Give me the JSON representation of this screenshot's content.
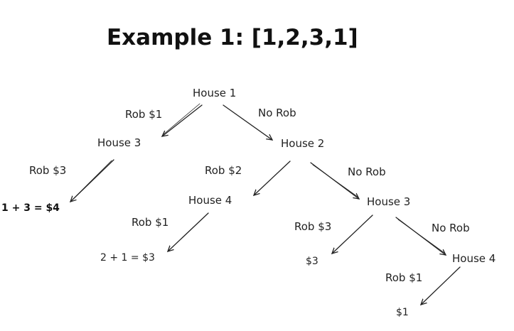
{
  "title": "Example 1: [1,2,3,1]",
  "nodes": {
    "house1": "House 1",
    "house3_left": "House 3",
    "house2": "House 2",
    "house4_mid": "House 4",
    "house3_right": "House 3",
    "house4_right": "House 4",
    "result_4": "1 + 3 = $4",
    "result_3a": "2 + 1 = $3",
    "result_3b": "$3",
    "result_1": "$1"
  },
  "edges": {
    "rob1_top": "Rob $1",
    "norob_top": "No Rob",
    "rob3_left": "Rob $3",
    "rob2": "Rob $2",
    "norob_mid": "No Rob",
    "rob1_mid": "Rob $1",
    "rob3_right": "Rob $3",
    "norob_right": "No Rob",
    "rob1_bottom": "Rob $1"
  },
  "colors": {
    "ink": "#222222",
    "background": "#ffffff"
  }
}
